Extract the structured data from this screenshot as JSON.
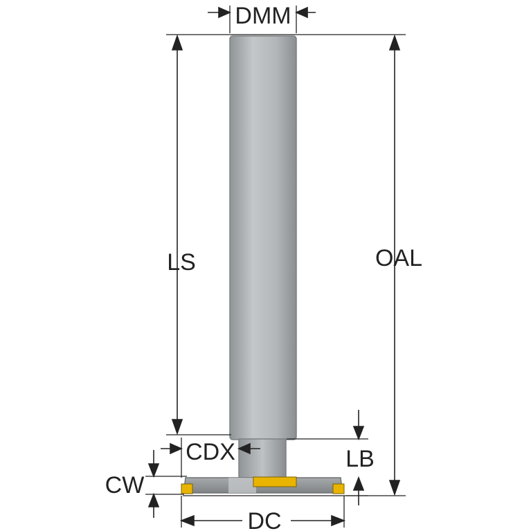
{
  "labels": {
    "dmm": "DMM",
    "ls": "LS",
    "oal": "OAL",
    "cdx": "CDX",
    "lb": "LB",
    "cw": "CW",
    "dc": "DC"
  },
  "colors": {
    "line": "#222222",
    "shank_fill": "#b9bcbe",
    "shank_edge": "#8e9294",
    "insert": "#e8b400"
  }
}
